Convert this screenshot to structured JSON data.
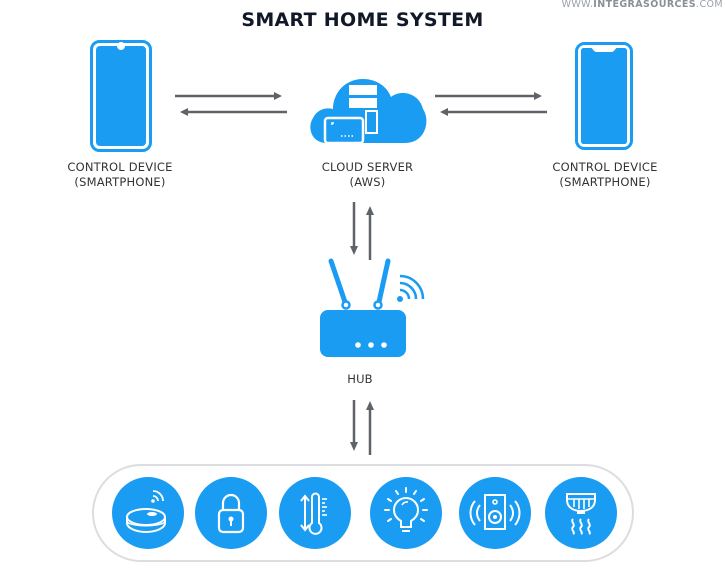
{
  "title": "SMART HOME SYSTEM",
  "watermark": {
    "prefix": "WWW.",
    "brand": "INTEGRASOURCES",
    "suffix": ".COM"
  },
  "colors": {
    "accent": "#1a9cf2",
    "arrow": "#5f6368",
    "pill_border": "#dcdde0",
    "text": "#333333"
  },
  "nodes": {
    "left_device": {
      "label_line1": "CONTROL DEVICE",
      "label_line2": "(SMARTPHONE)",
      "icon": "smartphone-icon"
    },
    "cloud": {
      "label_line1": "CLOUD SERVER",
      "label_line2": "(AWS)",
      "icon": "cloud-server-icon"
    },
    "right_device": {
      "label_line1": "CONTROL DEVICE",
      "label_line2": "(SMARTPHONE)",
      "icon": "smartphone-icon"
    },
    "hub": {
      "label": "HUB",
      "icon": "router-icon"
    }
  },
  "devices": [
    {
      "name": "robot-vacuum",
      "icon": "robot-vacuum-icon"
    },
    {
      "name": "smart-lock",
      "icon": "padlock-icon"
    },
    {
      "name": "thermostat",
      "icon": "thermometer-icon"
    },
    {
      "name": "smart-light",
      "icon": "lightbulb-icon"
    },
    {
      "name": "smart-speaker",
      "icon": "speaker-icon"
    },
    {
      "name": "smoke-detector",
      "icon": "smoke-detector-icon"
    }
  ]
}
